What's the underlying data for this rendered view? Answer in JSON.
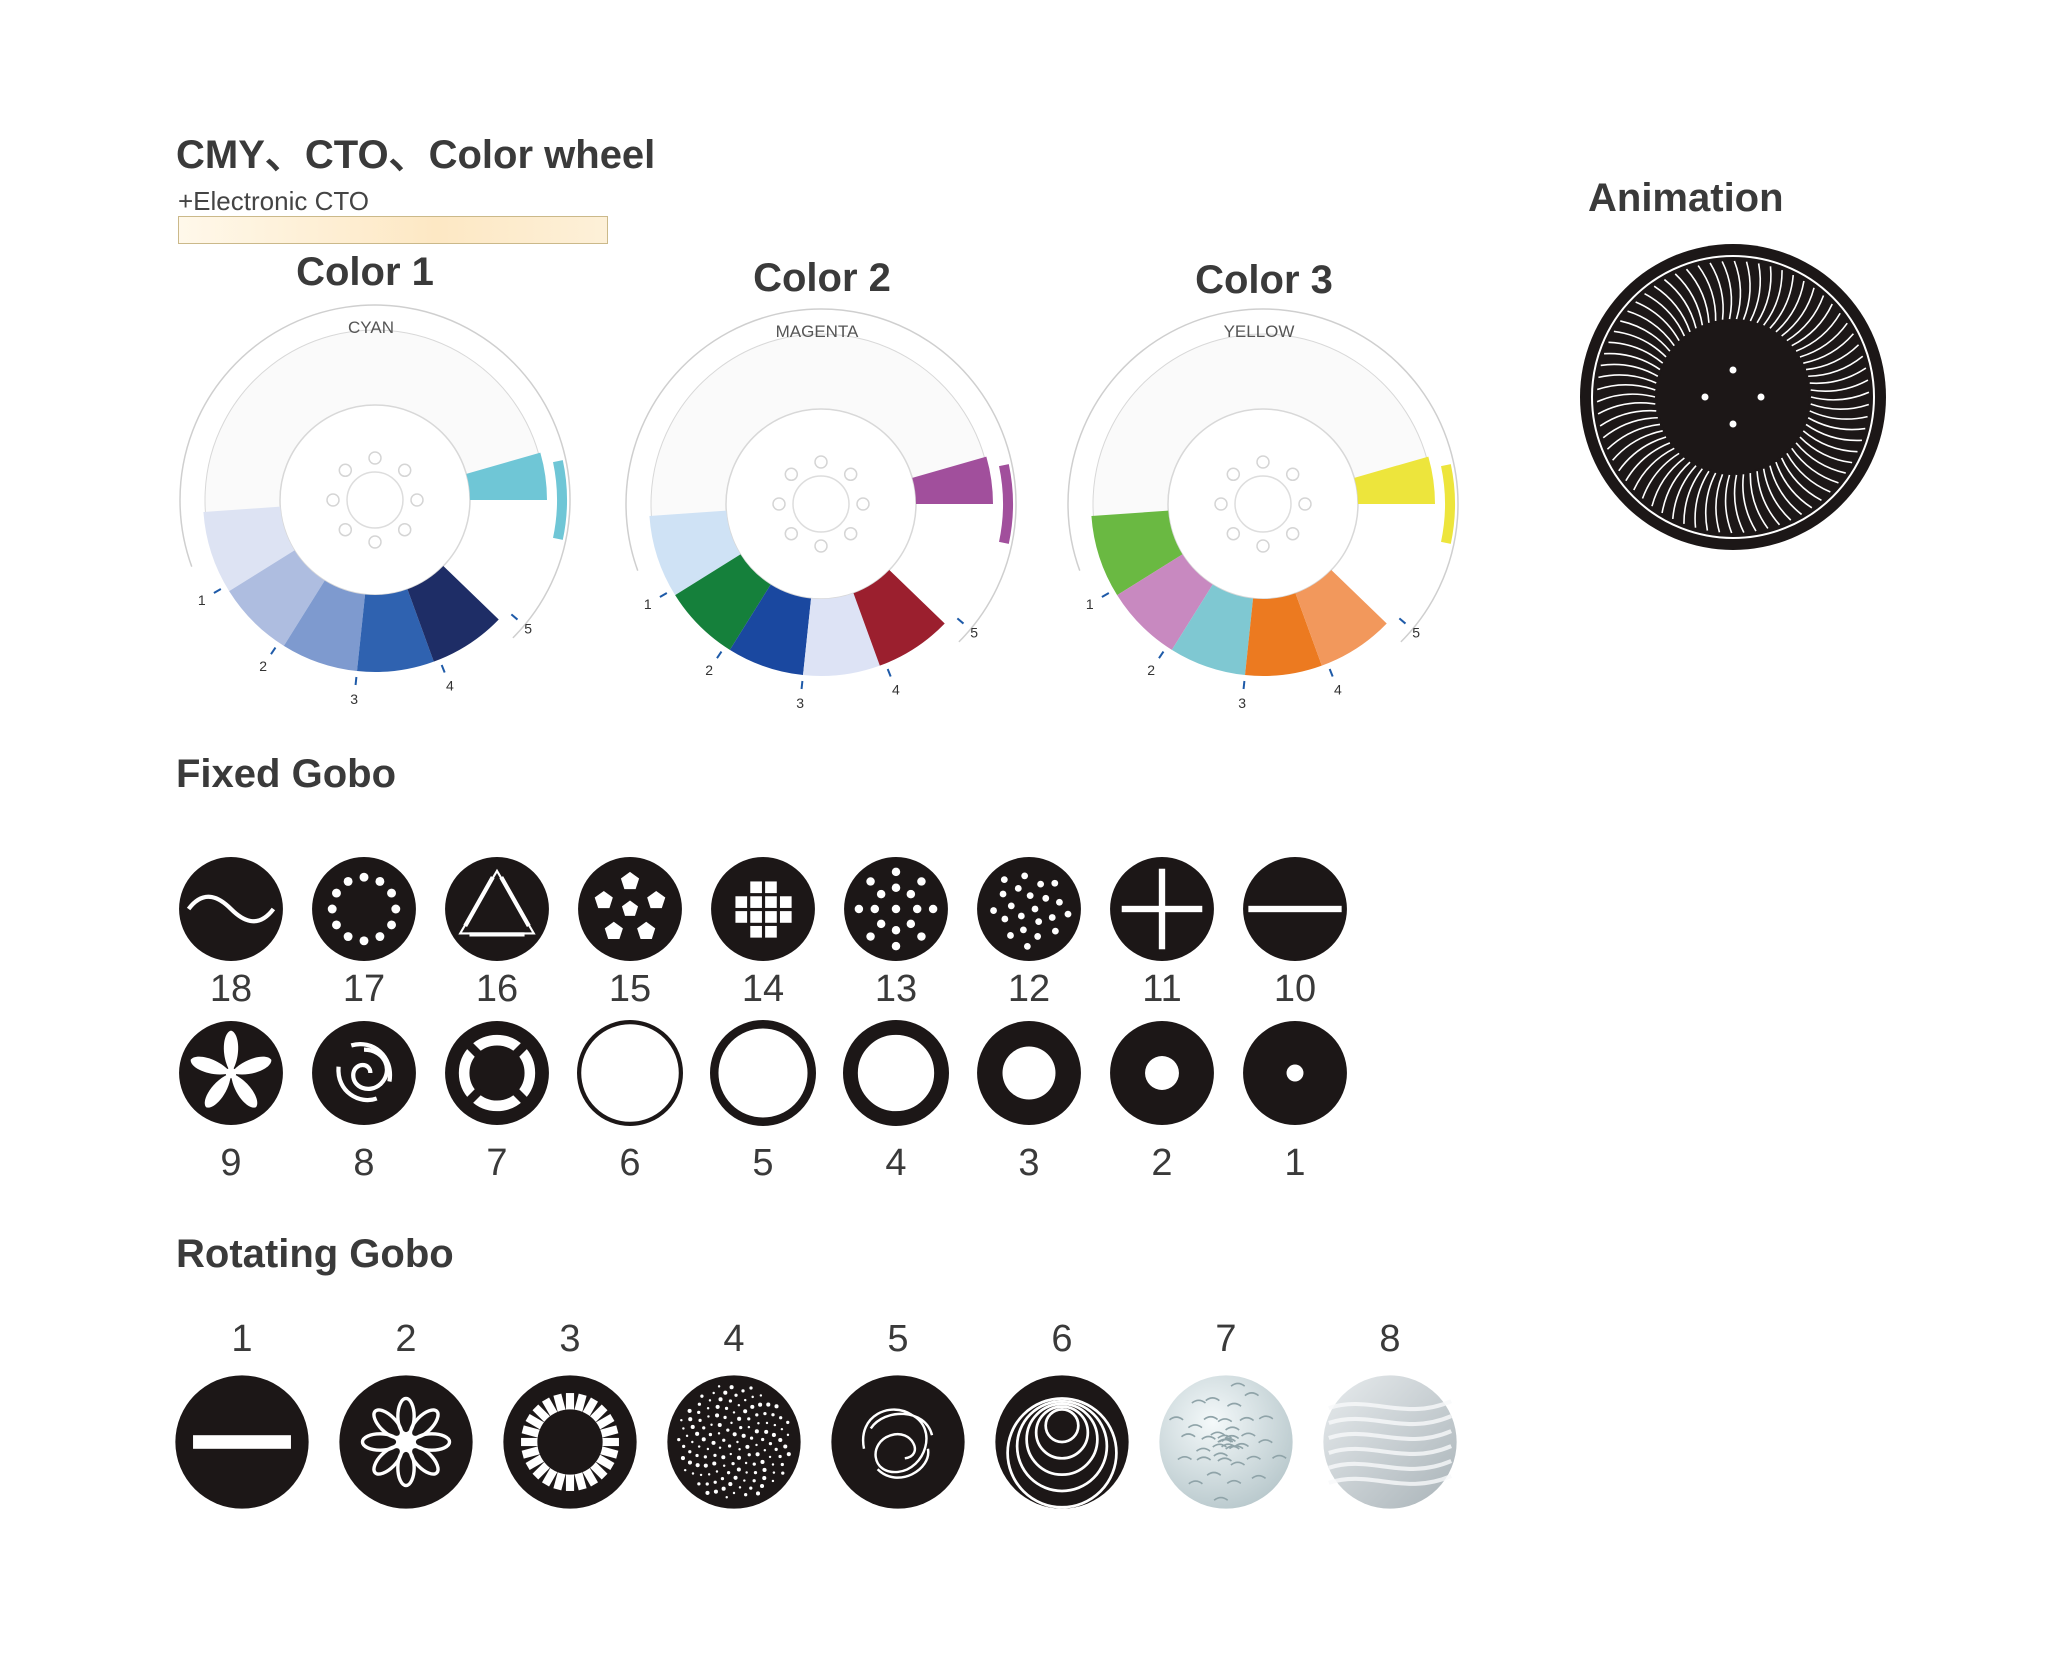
{
  "header": {
    "title": "CMY、CTO、Color wheel",
    "cto_label": "+Electronic CTO"
  },
  "wheels": [
    {
      "title": "Color 1",
      "label": "CYAN",
      "segments": [
        "#dde3f3",
        "#aebde0",
        "#7e9acf",
        "#2f62b0",
        "#1e2d66",
        "#6fc6d6"
      ],
      "ticks": [
        "1",
        "2",
        "3",
        "4",
        "5"
      ]
    },
    {
      "title": "Color 2",
      "label": "MAGENTA",
      "segments": [
        "#cfe2f5",
        "#15803b",
        "#1a48a0",
        "#dde3f5",
        "#9b1f2e",
        "#a14f9c"
      ],
      "ticks": [
        "1",
        "2",
        "3",
        "4",
        "5"
      ]
    },
    {
      "title": "Color 3",
      "label": "YELLOW",
      "segments": [
        "#6ab942",
        "#c889c0",
        "#7fc8d2",
        "#ec7a20",
        "#f2985c",
        "#ede53c"
      ],
      "ticks": [
        "1",
        "2",
        "3",
        "4",
        "5"
      ]
    }
  ],
  "animation": {
    "title": "Animation"
  },
  "fixed_gobo": {
    "title": "Fixed  Gobo",
    "row1": [
      "18",
      "17",
      "16",
      "15",
      "14",
      "13",
      "12",
      "11",
      "10"
    ],
    "row2": [
      "9",
      "8",
      "7",
      "6",
      "5",
      "4",
      "3",
      "2",
      "1"
    ]
  },
  "rotating_gobo": {
    "title": "Rotating Gobo",
    "labels": [
      "1",
      "2",
      "3",
      "4",
      "5",
      "6",
      "7",
      "8"
    ]
  }
}
